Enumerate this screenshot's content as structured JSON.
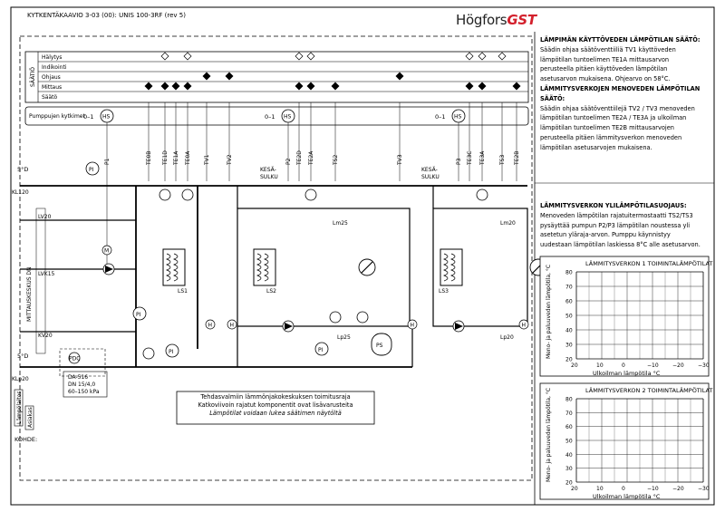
{
  "title": "KYTKENTÄKAAVIO 3-03 (00): UNIS 100-3RF (rev 5)",
  "logo": {
    "main": "Högfors",
    "accent": "GST"
  },
  "saatio": {
    "label": "SÄÄTIÖ",
    "rows": [
      "Hälytys",
      "Indikointi",
      "Ohjaus",
      "Mittaus",
      "Säätö"
    ]
  },
  "pump_control": {
    "label": "Pumppujen kytkimet",
    "switch_text": "0–1",
    "hs": "HS"
  },
  "sensors": {
    "left": [
      "TE0B",
      "TE1D",
      "TE1A",
      "TE0A",
      "TV1"
    ],
    "mid": [
      "TV2",
      "TE2D",
      "TE2A",
      "TS2",
      "TV3"
    ],
    "right": [
      "TE3C",
      "TE3A",
      "TS3",
      "TE2B"
    ],
    "pumps": [
      "P1",
      "P2",
      "P3"
    ]
  },
  "labels": {
    "temp_5d_top": "5°D",
    "kl120": "KL120",
    "lv20": "LV20",
    "lvk15": "LVK15",
    "kv20": "KV20",
    "temp_5d_bottom": "5°D",
    "klp20": "KLp20",
    "mittauskeskus": "MITTAUSKESKUS DN",
    "kesasulku_1": "KESÄ-",
    "kesasulku_2": "SULKU",
    "ls1": "LS1",
    "ls2": "LS2",
    "ls3": "LS3",
    "lm25": "Lm25",
    "lm20": "Lm20",
    "lp25": "Lp25",
    "lp20": "Lp20",
    "ps": "PS",
    "pi": "PI",
    "pdc": "PDC",
    "m": "M",
    "h": "H",
    "valve_spec": [
      "DA-516",
      "DN 15/4,0",
      "60–150 kPa"
    ],
    "lampolaitos": "Lämpölaitos",
    "asiakas": "Asiakas",
    "kohde": "KOHDE:"
  },
  "info_box": {
    "line1": "Tehdasvalmiin lämmönjakokeskuksen toimitusraja",
    "line2": "Katkoviivoin rajatut komponentit ovat lisävarusteita",
    "line3": "Lämpötilat voidaan lukea säätimen näytöltä"
  },
  "notes": {
    "n1_title": "LÄMPIMÄN KÄYTTÖVEDEN LÄMPÖTILAN SÄÄTÖ:",
    "n1_lines": [
      "Säädin ohjaa säätöventtiiliä TV1 käyttöveden",
      "lämpötilan tuntoelimen TE1A mittausarvon",
      "perusteella pitäen käyttöveden lämpötilan",
      "asetusarvon mukaisena. Ohjearvo on 58°C."
    ],
    "n2_title": "LÄMMITYSVERKOJEN MENOVEDEN LÄMPÖTILAN SÄÄTÖ:",
    "n2_lines": [
      "Säädin ohjaa säätöventtiilejä TV2 / TV3 menoveden",
      "lämpötilan tuntoelimen TE2A / TE3A ja ulkoilman",
      "lämpötilan tuntoelimen TE2B mittausarvojen",
      "perusteella pitäen lämmitysverkon menoveden",
      "lämpötilan asetusarvojen mukaisena."
    ],
    "n3_title": "LÄMMITYSVERKON YLILÄMPÖTILASUOJAUS:",
    "n3_lines": [
      "Menoveden lämpötilan rajatuitermostaatti TS2/TS3",
      "pysäyttää pumpun P2/P3 lämpötilan noustessa yli",
      "asetetun yläraja-arvon. Pumppu käynnistyy",
      "uudestaan lämpötilan laskiessa 8°C alle asetusarvon."
    ]
  },
  "chart_data": [
    {
      "type": "line",
      "title": "LÄMMITYSVERKON 1 TOIMINTALÄMPÖTILAT",
      "xlabel": "Ulkoilman lämpötila °C",
      "ylabel": "Meno- ja paluuveden lämpötila, °C",
      "x_ticks": [
        "20",
        "10",
        "0",
        "−10",
        "−20",
        "−30"
      ],
      "y_ticks": [
        "80",
        "70",
        "60",
        "50",
        "40",
        "30",
        "20"
      ],
      "xlim": [
        20,
        -30
      ],
      "ylim": [
        20,
        80
      ],
      "grid": true,
      "series": []
    },
    {
      "type": "line",
      "title": "LÄMMITYSVERKON 2 TOIMINTALÄMPÖTILAT",
      "xlabel": "Ulkoilman lämpötila °C",
      "ylabel": "Meno- ja paluuveden lämpötila, °C",
      "x_ticks": [
        "20",
        "10",
        "0",
        "−10",
        "−20",
        "−30"
      ],
      "y_ticks": [
        "80",
        "70",
        "60",
        "50",
        "40",
        "30",
        "20"
      ],
      "xlim": [
        20,
        -30
      ],
      "ylim": [
        20,
        80
      ],
      "grid": true,
      "series": []
    }
  ]
}
